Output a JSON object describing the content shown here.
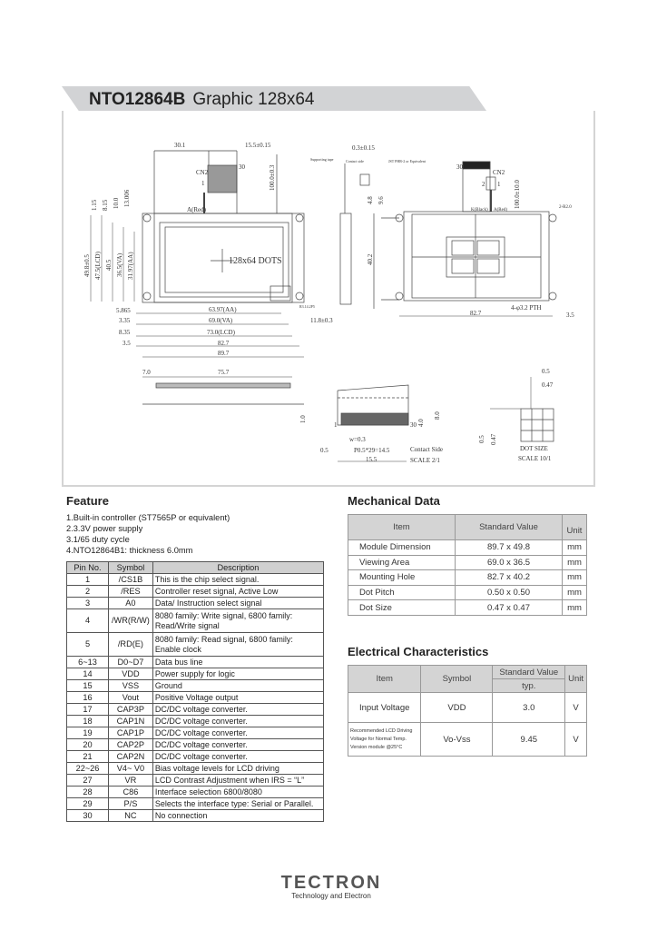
{
  "header": {
    "model": "NTO12864B",
    "subtitle": "Graphic 128x64"
  },
  "drawing": {
    "front": {
      "d1": "30.1",
      "d2": "15.5±0.15",
      "d3": "100.0±0.3",
      "cn2": "CN2",
      "pin30": "30",
      "pin1": "1",
      "ared": "A(Red)",
      "v1": "1.15",
      "v2": "8.15",
      "v3": "10.0",
      "v4": "13.006",
      "h1": "49.8±0.5",
      "h2": "47.5(LCD)",
      "h3": "40.5",
      "h4": "36.5(VA)",
      "h5": "31.97(AA)",
      "dots": "128x64 DOTS",
      "b1l": "5.865",
      "b1": "63.97(AA)",
      "b2l": "3.35",
      "b2": "69.0(VA)",
      "b3l": "8.35",
      "b3": "73.0(LCD)",
      "b4l": "3.5",
      "b4": "82.7",
      "b5": "89.7",
      "r": "R3.14.2P5"
    },
    "side": {
      "d1": "0.3±0.15",
      "tape": "Supporting tape",
      "contact": "Contact side",
      "jst": "JST PHR-2 or Equivalent",
      "d2": "4.8",
      "d3": "9.6",
      "d4": "40.2",
      "d5": "11.8±0.3"
    },
    "back": {
      "cn2": "CN2",
      "pin30": "30",
      "p2": "2",
      "p1": "1",
      "d1": "100.0±10.0",
      "k": "K(Black)",
      "a": "A(Red)",
      "r": "2-R2.0",
      "hole": "4-φ3.2 PTH",
      "d2": "82.7",
      "d3": "3.5"
    },
    "bottom": {
      "d1": "7.0",
      "d2": "75.7",
      "d3": "1.0"
    },
    "contact": {
      "d1": "8.0",
      "d2": "4.0",
      "p30": "30",
      "p1": "1",
      "w": "w=0.3",
      "d3": "0.5",
      "pitch": "P0.5*29=14.5",
      "d4": "15.5",
      "label": "Contact Side",
      "scale": "SCALE 2/1"
    },
    "dot": {
      "d1": "0.5",
      "d2": "0.47",
      "d3": "0.5",
      "d4": "0.47",
      "label": "DOT SIZE",
      "scale": "SCALE 10/1"
    }
  },
  "feature": {
    "title": "Feature",
    "items": [
      "1.Built-in controller (ST7565P or equivalent)",
      "2.3.3V power supply",
      "3.1/65 duty cycle",
      "4.NTO12864B1: thickness 6.0mm"
    ]
  },
  "pins": {
    "headers": [
      "Pin No.",
      "Symbol",
      "Description"
    ],
    "rows": [
      [
        "1",
        "/CS1B",
        "This is the chip select signal."
      ],
      [
        "2",
        "/RES",
        "Controller reset signal, Active Low"
      ],
      [
        "3",
        "A0",
        "Data/ Instruction  select signal"
      ],
      [
        "4",
        "/WR(R/W)",
        "8080 family: Write signal, 6800 family: Read/Write signal"
      ],
      [
        "5",
        "/RD(E)",
        "8080 family: Read signal, 6800 family: Enable clock"
      ],
      [
        "6~13",
        "D0~D7",
        "Data bus line"
      ],
      [
        "14",
        "VDD",
        "Power supply for logic"
      ],
      [
        "15",
        "VSS",
        "Ground"
      ],
      [
        "16",
        "Vout",
        "Positive Voltage output"
      ],
      [
        "17",
        "CAP3P",
        "DC/DC voltage converter."
      ],
      [
        "18",
        "CAP1N",
        "DC/DC voltage converter."
      ],
      [
        "19",
        "CAP1P",
        "DC/DC voltage converter."
      ],
      [
        "20",
        "CAP2P",
        "DC/DC voltage converter."
      ],
      [
        "21",
        "CAP2N",
        "DC/DC voltage converter."
      ],
      [
        "22~26",
        "V4~ V0",
        "Bias voltage levels for LCD driving"
      ],
      [
        "27",
        "VR",
        "LCD Contrast Adjustment when IRS = “L”"
      ],
      [
        "28",
        "C86",
        "Interface selection 6800/8080"
      ],
      [
        "29",
        "P/S",
        "Selects the interface type: Serial or Parallel."
      ],
      [
        "30",
        "NC",
        "No connection"
      ]
    ]
  },
  "mechanical": {
    "title": "Mechanical Data",
    "headers": [
      "Item",
      "Standard Value",
      "Unit"
    ],
    "rows": [
      [
        "Module Dimension",
        "89.7 x 49.8",
        "mm"
      ],
      [
        "Viewing Area",
        "69.0 x 36.5",
        "mm"
      ],
      [
        "Mounting Hole",
        "82.7 x 40.2",
        "mm"
      ],
      [
        "Dot Pitch",
        "0.50 x 0.50",
        "mm"
      ],
      [
        "Dot Size",
        "0.47 x 0.47",
        "mm"
      ]
    ]
  },
  "electrical": {
    "title": "Electrical Characteristics",
    "headers": [
      "Item",
      "Symbol",
      "Standard Value",
      "typ.",
      "Unit"
    ],
    "rows": [
      [
        "Input Voltage",
        "VDD",
        "3.0",
        "V"
      ],
      [
        "Recommended LCD Driving Voltage for Normal Temp. Version module @25°C",
        "Vo-Vss",
        "9.45",
        "V"
      ]
    ]
  },
  "footer": {
    "brand": "TECTRON",
    "tagline": "Technology and Electron"
  }
}
